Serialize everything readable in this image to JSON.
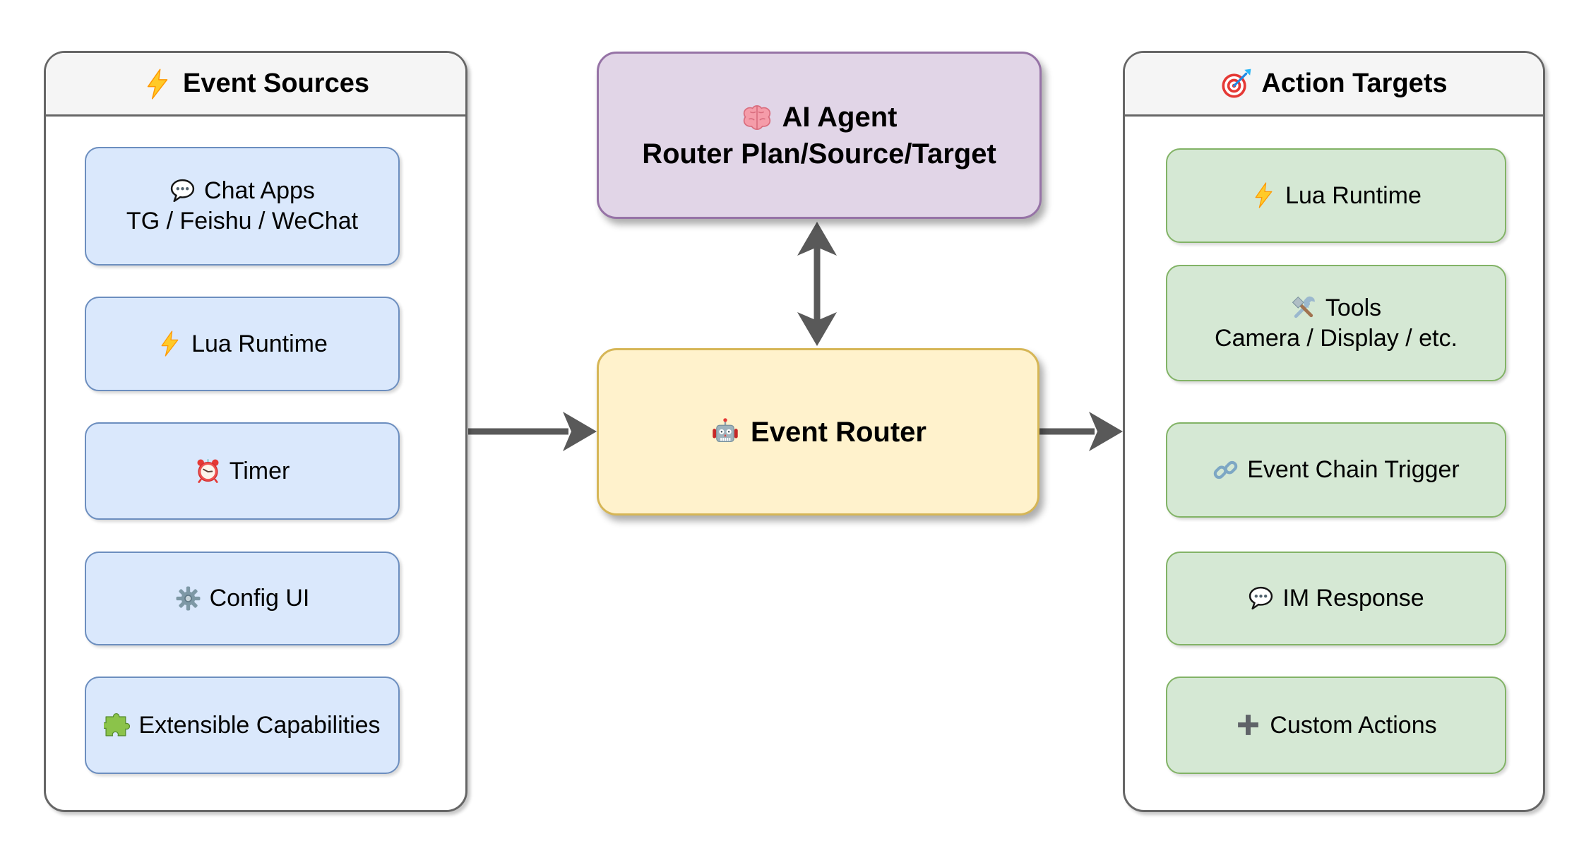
{
  "colors": {
    "background": "#ffffff",
    "panel_border": "#666666",
    "panel_header_fill": "#f5f5f5",
    "source_fill": "#dae8fc",
    "source_border": "#6c8ebf",
    "target_fill": "#d5e8d4",
    "target_border": "#82b366",
    "agent_fill": "#e1d5e7",
    "agent_border": "#9673a6",
    "router_fill": "#fff2cc",
    "router_border": "#d6b656",
    "arrow": "#595959",
    "text": "#000000"
  },
  "left_panel": {
    "title": "Event Sources",
    "title_icon": "zap-icon",
    "items": [
      {
        "icon": "speech-balloon-icon",
        "label": "Chat Apps",
        "sublabel": "TG / Feishu / WeChat"
      },
      {
        "icon": "zap-icon",
        "label": "Lua Runtime"
      },
      {
        "icon": "alarm-clock-icon",
        "label": "Timer"
      },
      {
        "icon": "gear-icon",
        "label": "Config UI"
      },
      {
        "icon": "puzzle-piece-icon",
        "label": "Extensible Capabilities"
      }
    ]
  },
  "center": {
    "ai_agent": {
      "icon": "brain-icon",
      "title": "AI Agent",
      "subtitle": "Router Plan/Source/Target"
    },
    "event_router": {
      "icon": "robot-icon",
      "title": "Event Router"
    }
  },
  "right_panel": {
    "title": "Action Targets",
    "title_icon": "target-icon",
    "items": [
      {
        "icon": "zap-icon",
        "label": "Lua Runtime"
      },
      {
        "icon": "hammer-and-wrench-icon",
        "label": "Tools",
        "sublabel": "Camera / Display / etc."
      },
      {
        "icon": "link-icon",
        "label": "Event Chain Trigger"
      },
      {
        "icon": "speech-balloon-icon",
        "label": "IM Response"
      },
      {
        "icon": "plus-icon",
        "label": "Custom Actions"
      }
    ]
  },
  "arrows": [
    {
      "name": "sources-to-router",
      "from": "Event Sources",
      "to": "Event Router",
      "direction": "right"
    },
    {
      "name": "agent-to-router",
      "from": "AI Agent",
      "to": "Event Router",
      "direction": "both"
    },
    {
      "name": "router-to-targets",
      "from": "Event Router",
      "to": "Action Targets",
      "direction": "right"
    }
  ]
}
